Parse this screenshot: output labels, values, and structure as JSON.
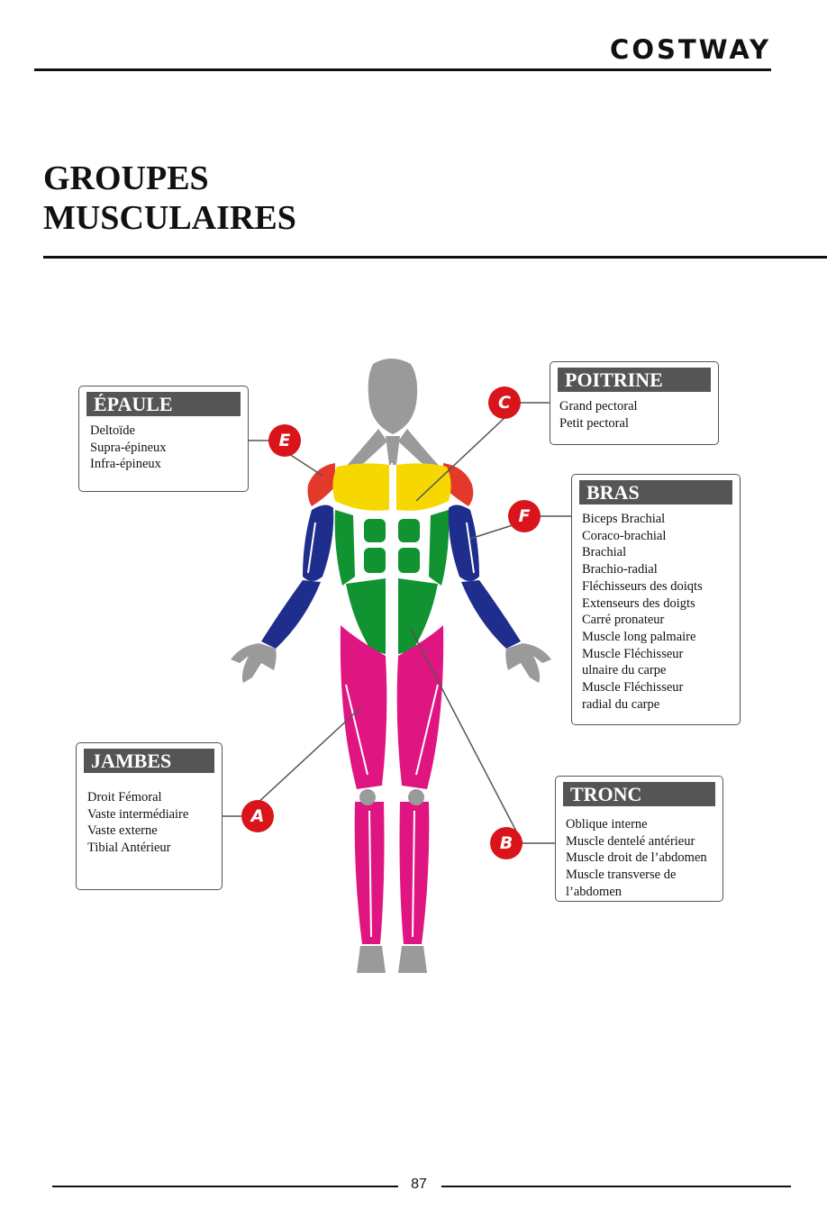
{
  "header": {
    "brand": "COSTWAY"
  },
  "title": {
    "line1": "GROUPES",
    "line2": "MUSCULAIRES"
  },
  "groups": {
    "epaule": {
      "title": "ÉPAULE",
      "letter": "E",
      "items": [
        "Deltoïde",
        "Supra-épineux",
        "Infra-épineux"
      ]
    },
    "poitrine": {
      "title": "POITRINE",
      "letter": "C",
      "items": [
        "Grand pectoral",
        "Petit pectoral"
      ]
    },
    "bras": {
      "title": "BRAS",
      "letter": "F",
      "items": [
        "Biceps Brachial",
        "Coraco-brachial",
        "Brachial",
        "Brachio-radial",
        "Fléchisseurs des doiqts",
        "Extenseurs des doigts",
        "Carré pronateur",
        "Muscle long palmaire",
        "Muscle Fléchisseur",
        "ulnaire du carpe",
        "Muscle Fléchisseur",
        "radial du carpe"
      ]
    },
    "jambes": {
      "title": "JAMBES",
      "letter": "A",
      "items": [
        "Droit Fémoral",
        "Vaste intermédiaire",
        "Vaste externe",
        "Tibial Antérieur"
      ]
    },
    "tronc": {
      "title": "TRONC",
      "letter": "B",
      "items": [
        "Oblique interne",
        "Muscle dentelé antérieur",
        "Muscle droit de l’abdomen",
        "Muscle transverse de",
        "l’abdomen"
      ]
    }
  },
  "colors": {
    "shoulder": "#e2392b",
    "chest": "#f6d800",
    "arm": "#1f2d8c",
    "trunk": "#109330",
    "legs": "#df1682",
    "neutral": "#9a9a9a",
    "marker": "#d9141b"
  },
  "footer": {
    "page_number": "87"
  }
}
